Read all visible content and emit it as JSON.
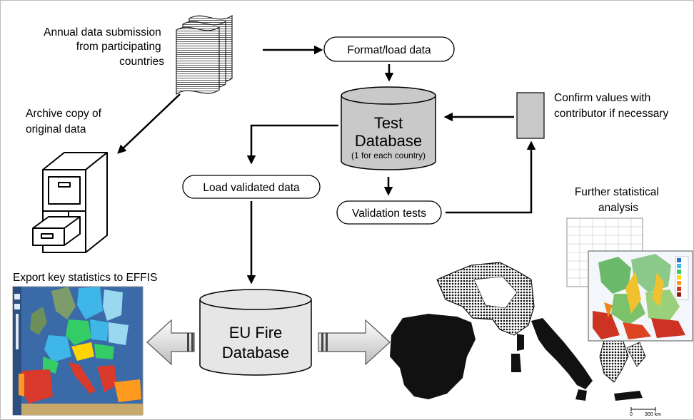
{
  "inputs": {
    "annual_submission": [
      "Annual data submission",
      "from participating",
      "countries"
    ],
    "archive_copy": [
      "Archive copy of",
      "original data"
    ],
    "confirm_values": [
      "Confirm values with",
      "contributor if necessary"
    ],
    "further_analysis": [
      "Further statistical",
      "analysis"
    ],
    "export_effis": "Export key statistics to EFFIS"
  },
  "process": {
    "format_load": "Format/load data",
    "load_validated": "Load validated data",
    "validation_tests": "Validation tests"
  },
  "databases": {
    "test": {
      "line1": "Test",
      "line2": "Database",
      "note": "(1 for each country)"
    },
    "eu": {
      "line1": "EU Fire",
      "line2": "Database"
    }
  },
  "scale_bar": {
    "labels": [
      "0",
      "300 km"
    ]
  },
  "colors": {
    "cylinder_fill": "#c9c9c9",
    "eu_cylinder_fill": "#e6e6e6",
    "map_water": "#3a6aa8",
    "map_countries": [
      "#3fb6e8",
      "#33cc66",
      "#ffd400",
      "#d93a2b",
      "#ff9a1f",
      "#9ad8f0"
    ]
  },
  "icons": [
    "document-stack-icon",
    "filing-cabinet-icon",
    "contributor-box-icon",
    "effis-map-thumbnail",
    "fire-map-icon",
    "statistics-map-icon"
  ]
}
